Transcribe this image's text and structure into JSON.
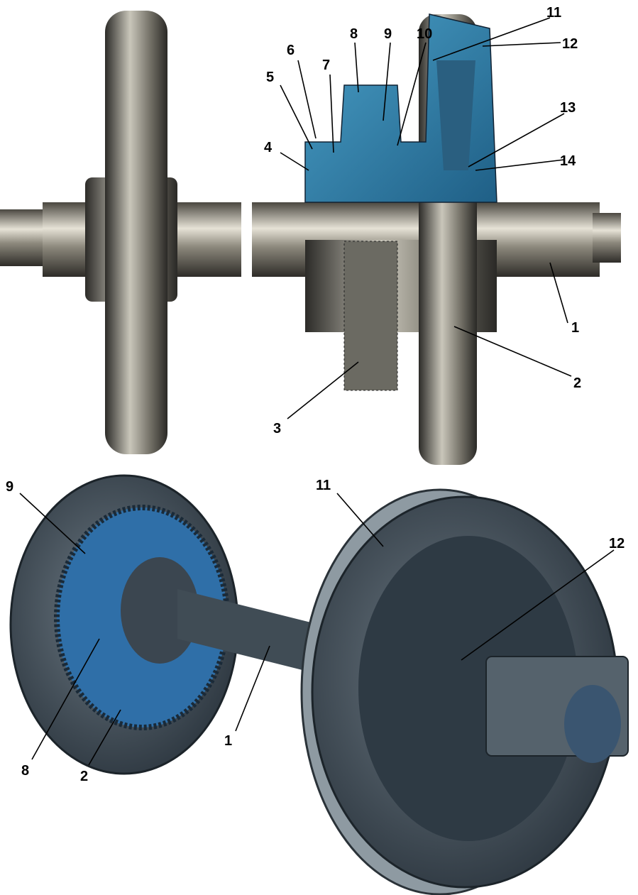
{
  "top_view": {
    "labels": [
      "1",
      "2",
      "3",
      "4",
      "5",
      "6",
      "7",
      "8",
      "9",
      "10",
      "11",
      "12",
      "13",
      "14"
    ]
  },
  "bottom_view": {
    "labels": [
      "9",
      "11",
      "12",
      "1",
      "8",
      "2"
    ]
  },
  "colors": {
    "steel_dark": "#3a3a36",
    "steel_light": "#d8d6cc",
    "housing_blue": "#2f7fa8",
    "wheel_grey": "#55606a"
  }
}
